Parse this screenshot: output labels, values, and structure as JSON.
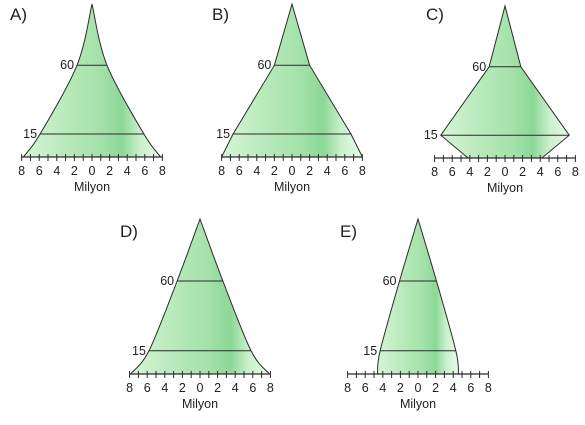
{
  "colors": {
    "fill_light": "#e9fbe9",
    "fill_mid": "#b7eab9",
    "fill_dark": "#8fdc98",
    "outline": "#2b2b2b"
  },
  "axis_unit": "Milyon",
  "charts": [
    {
      "letter": "A)",
      "tick_labels": [
        "8",
        "6",
        "4",
        "2",
        "0",
        "2",
        "4",
        "6",
        "8"
      ],
      "age_lines": [
        "60",
        "15"
      ],
      "profile": [
        [
          7.8,
          0
        ],
        [
          5.9,
          15
        ],
        [
          1.7,
          60
        ],
        [
          0,
          100
        ]
      ]
    },
    {
      "letter": "B)",
      "tick_labels": [
        "8",
        "6",
        "4",
        "2",
        "0",
        "2",
        "4",
        "6",
        "8"
      ],
      "age_lines": [
        "60",
        "15"
      ],
      "profile": [
        [
          8,
          0
        ],
        [
          6.7,
          15
        ],
        [
          2,
          60
        ],
        [
          0,
          100
        ]
      ]
    },
    {
      "letter": "C)",
      "tick_labels": [
        "8",
        "6",
        "4",
        "2",
        "0",
        "2",
        "4",
        "6",
        "8"
      ],
      "age_lines": [
        "60",
        "15"
      ],
      "profile": [
        [
          4.2,
          0
        ],
        [
          7.3,
          15
        ],
        [
          1.8,
          60
        ],
        [
          0,
          100
        ]
      ]
    },
    {
      "letter": "D)",
      "tick_labels": [
        "8",
        "6",
        "4",
        "2",
        "0",
        "2",
        "4",
        "6",
        "8"
      ],
      "age_lines": [
        "60",
        "15"
      ],
      "profile": [
        [
          7.9,
          0
        ],
        [
          5.8,
          15
        ],
        [
          2.6,
          60
        ],
        [
          0,
          100
        ]
      ]
    },
    {
      "letter": "E)",
      "tick_labels": [
        "8",
        "6",
        "4",
        "2",
        "0",
        "2",
        "4",
        "6",
        "8"
      ],
      "age_lines": [
        "60",
        "15"
      ],
      "profile": [
        [
          4.6,
          0
        ],
        [
          4.3,
          15
        ],
        [
          2.1,
          60
        ],
        [
          0,
          100
        ]
      ]
    }
  ]
}
